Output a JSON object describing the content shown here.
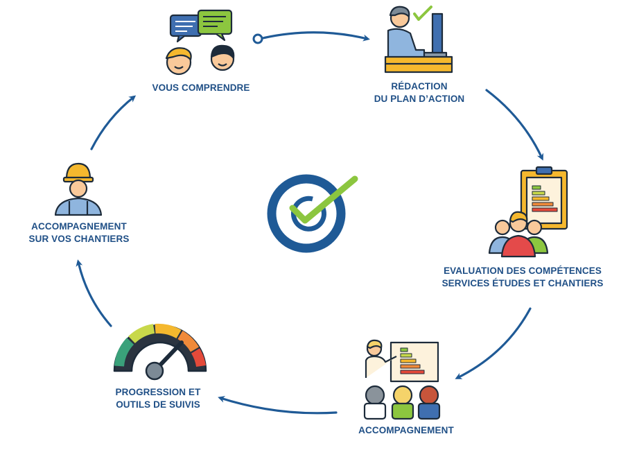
{
  "diagram": {
    "steps": [
      {
        "id": "comprendre",
        "lines": [
          "VOUS COMPRENDRE"
        ],
        "icon": "chat-people-icon"
      },
      {
        "id": "redaction",
        "lines": [
          "RÉDACTION",
          "DU PLAN D’ACTION"
        ],
        "icon": "computer-worker-icon"
      },
      {
        "id": "evaluation",
        "lines": [
          "EVALUATION DES COMPÉTENCES",
          "SERVICES ÉTUDES ET CHANTIERS"
        ],
        "icon": "team-clipboard-icon"
      },
      {
        "id": "accompagnement",
        "lines": [
          "ACCOMPAGNEMENT"
        ],
        "icon": "presentation-audience-icon"
      },
      {
        "id": "progression",
        "lines": [
          "PROGRESSION ET",
          "OUTILS DE SUIVIS"
        ],
        "icon": "gauge-meter-icon"
      },
      {
        "id": "chantiers",
        "lines": [
          "ACCOMPAGNEMENT",
          "SUR VOS CHANTIERS"
        ],
        "icon": "construction-worker-icon"
      }
    ],
    "center_icon": "circle-checkmark-icon",
    "colors": {
      "primary_blue": "#1f5a96",
      "label_blue": "#1f4f86",
      "check_green": "#8cc63f",
      "icon_outline": "#1d2b3a"
    }
  }
}
